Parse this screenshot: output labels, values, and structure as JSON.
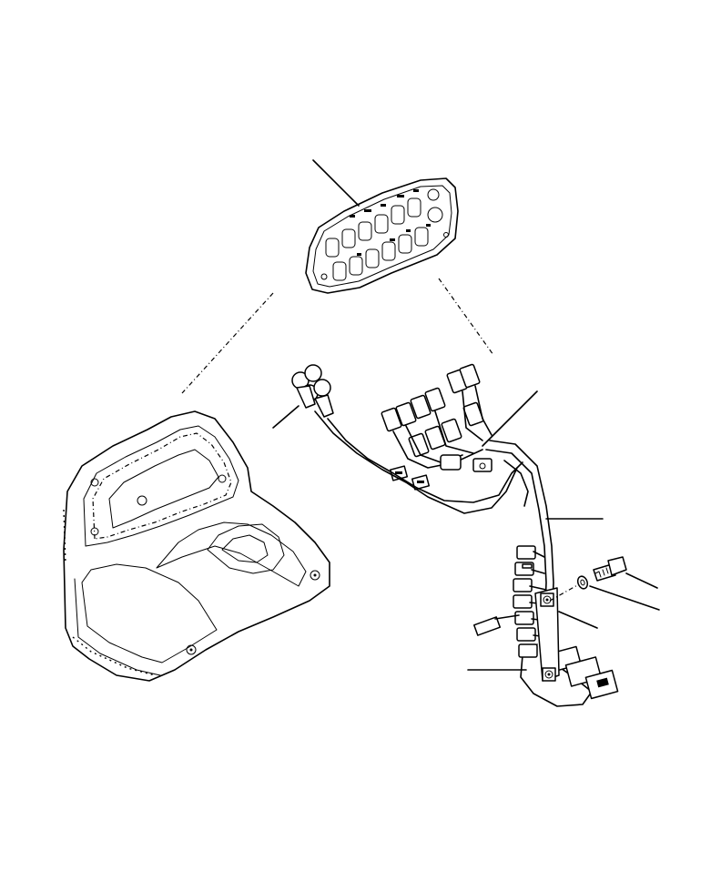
{
  "diagram": {
    "callouts": [
      {
        "id": "switch-panel"
      },
      {
        "id": "relay-connector"
      },
      {
        "id": "harness-clamp"
      },
      {
        "id": "main-harness"
      },
      {
        "id": "bolt"
      },
      {
        "id": "washer"
      },
      {
        "id": "bracket"
      },
      {
        "id": "lower-harness-loop"
      }
    ]
  }
}
